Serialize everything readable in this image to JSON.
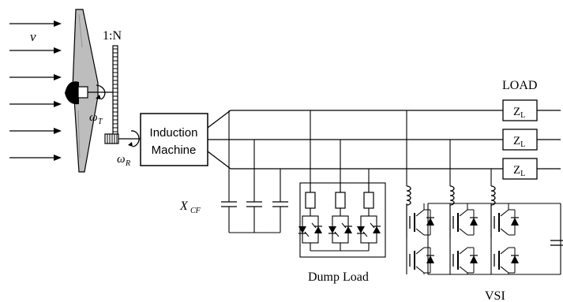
{
  "labels": {
    "wind": "v",
    "ratio": "1:N",
    "omega_t": "ω",
    "omega_t_sub": "T",
    "omega_r": "ω",
    "omega_r_sub": "R",
    "machine_line1": "Induction",
    "machine_line2": "Machine",
    "xcf": "X",
    "xcf_sub": "CF",
    "load_title": "LOAD",
    "zl_main": "Z",
    "zl_sub": "L",
    "dump_load": "Dump Load",
    "vsi": "VSI"
  }
}
